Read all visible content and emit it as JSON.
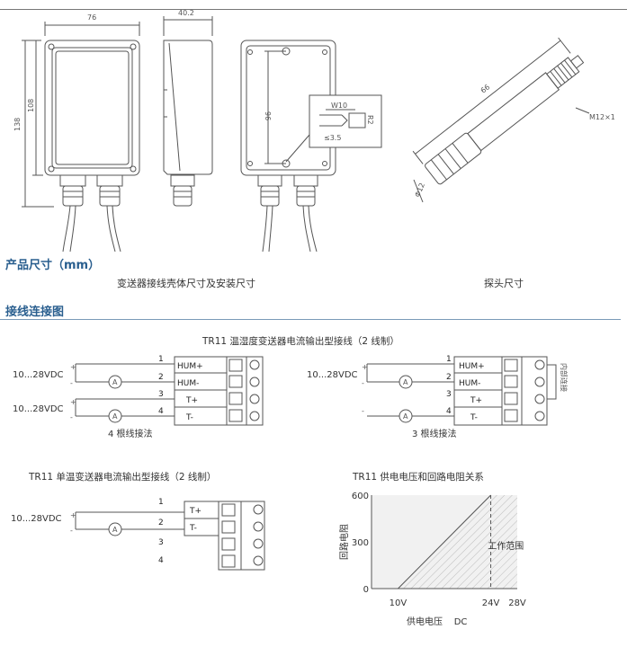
{
  "dimensions": {
    "width_76": "76",
    "depth_40": "40.2",
    "height_108": "108",
    "height_138": "138",
    "mount_96": "96",
    "probe_len_66": "66",
    "probe_dia": "Φ12",
    "thread": "M12×1",
    "detail_w": "W10",
    "detail_d": "≤3.5",
    "detail_r": "R2"
  },
  "section1": {
    "heading": "产品尺寸（mm）",
    "caption_housing": "变送器接线壳体尺寸及安装尺寸",
    "caption_probe": "探头尺寸"
  },
  "section2": {
    "heading": "接线连接图"
  },
  "diagram_humid": {
    "title": "TR11 温湿度变送器电流输出型接线（2 线制）",
    "supply_label": "10...28VDC",
    "pins": [
      "1",
      "2",
      "3",
      "4"
    ],
    "terminals": [
      "HUM+",
      "HUM-",
      "T+",
      "T-"
    ],
    "ammeter": "A",
    "sign_plus": "+",
    "sign_minus": "-",
    "left_caption": "4 根线接法",
    "right_caption": "3 根线接法",
    "inner_label": "内部连接"
  },
  "diagram_temp": {
    "title": "TR11 单温变送器电流输出型接线（2 线制）",
    "supply_label": "10...28VDC",
    "pins": [
      "1",
      "2",
      "3",
      "4"
    ],
    "terminals": [
      "T+",
      "T-"
    ],
    "ammeter": "A"
  },
  "chart_data": {
    "type": "area",
    "title": "TR11 供电电压和回路电阻关系",
    "xlabel": "供电电压    DC",
    "ylabel": "回路电阻",
    "x_ticks": [
      "10V",
      "24V",
      "28V"
    ],
    "y_ticks": [
      "0",
      "300",
      "600"
    ],
    "region_label": "工作范围",
    "boundary": [
      {
        "x": 10,
        "y": 0
      },
      {
        "x": 24,
        "y": 600
      }
    ],
    "dashed_x": 24,
    "xlim": [
      6,
      28
    ],
    "ylim": [
      0,
      600
    ]
  }
}
